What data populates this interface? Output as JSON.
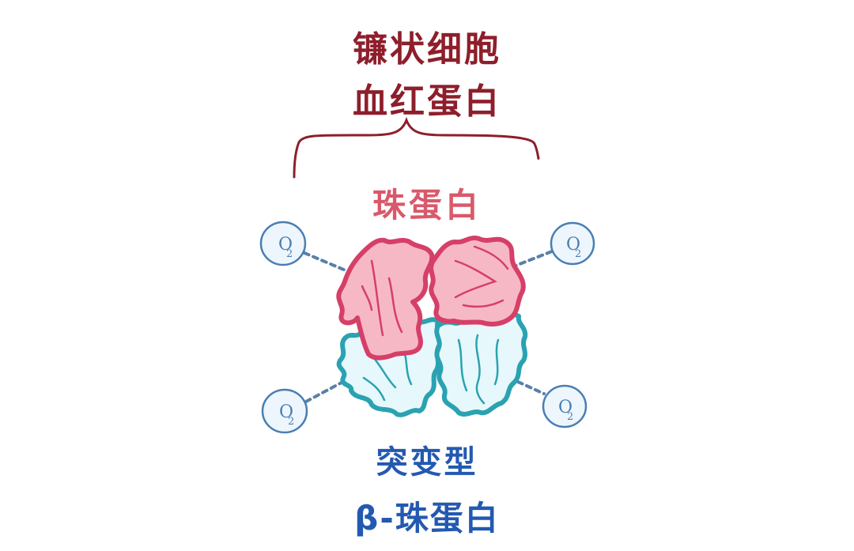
{
  "title": {
    "line1": "镰状细胞",
    "line2": "血红蛋白"
  },
  "globin_label": "珠蛋白",
  "mutant_label": {
    "line1": "突变型",
    "line2": "β-珠蛋白"
  },
  "oxygen_symbol": {
    "letter": "O",
    "subscript": "2"
  },
  "colors": {
    "title": "#8e1e2b",
    "globin": "#d9596a",
    "mutant": "#2359b0",
    "alpha_fill": "#f7b8c6",
    "alpha_stroke": "#d63f67",
    "beta_fill": "#e6f8fb",
    "beta_stroke": "#2aa2b2",
    "oxygen_fill": "#eef6fd",
    "oxygen_stroke": "#4a7eb3",
    "dash": "#5a80a8"
  }
}
